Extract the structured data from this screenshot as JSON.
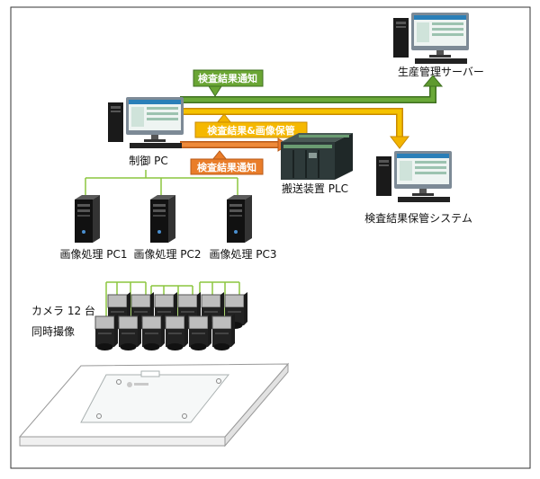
{
  "nodes": {
    "production_server": "生産管理サーバー",
    "control_pc": "制御 PC",
    "storage_system": "検査結果保管システム",
    "plc": "搬送装置 PLC"
  },
  "flows": {
    "to_production": "検査結果通知",
    "to_storage": "検査結果&画像保管",
    "to_plc": "検査結果通知"
  },
  "image_pcs": [
    "画像処理 PC1",
    "画像処理 PC2",
    "画像処理 PC3"
  ],
  "camera": {
    "count": "カメラ 12 台",
    "mode": "同時撮像"
  },
  "colors": {
    "green_flow": "#5f9a2f",
    "yellow_flow": "#f2b400",
    "orange_flow": "#e9782a",
    "tree_lines": "#8cc63f"
  }
}
